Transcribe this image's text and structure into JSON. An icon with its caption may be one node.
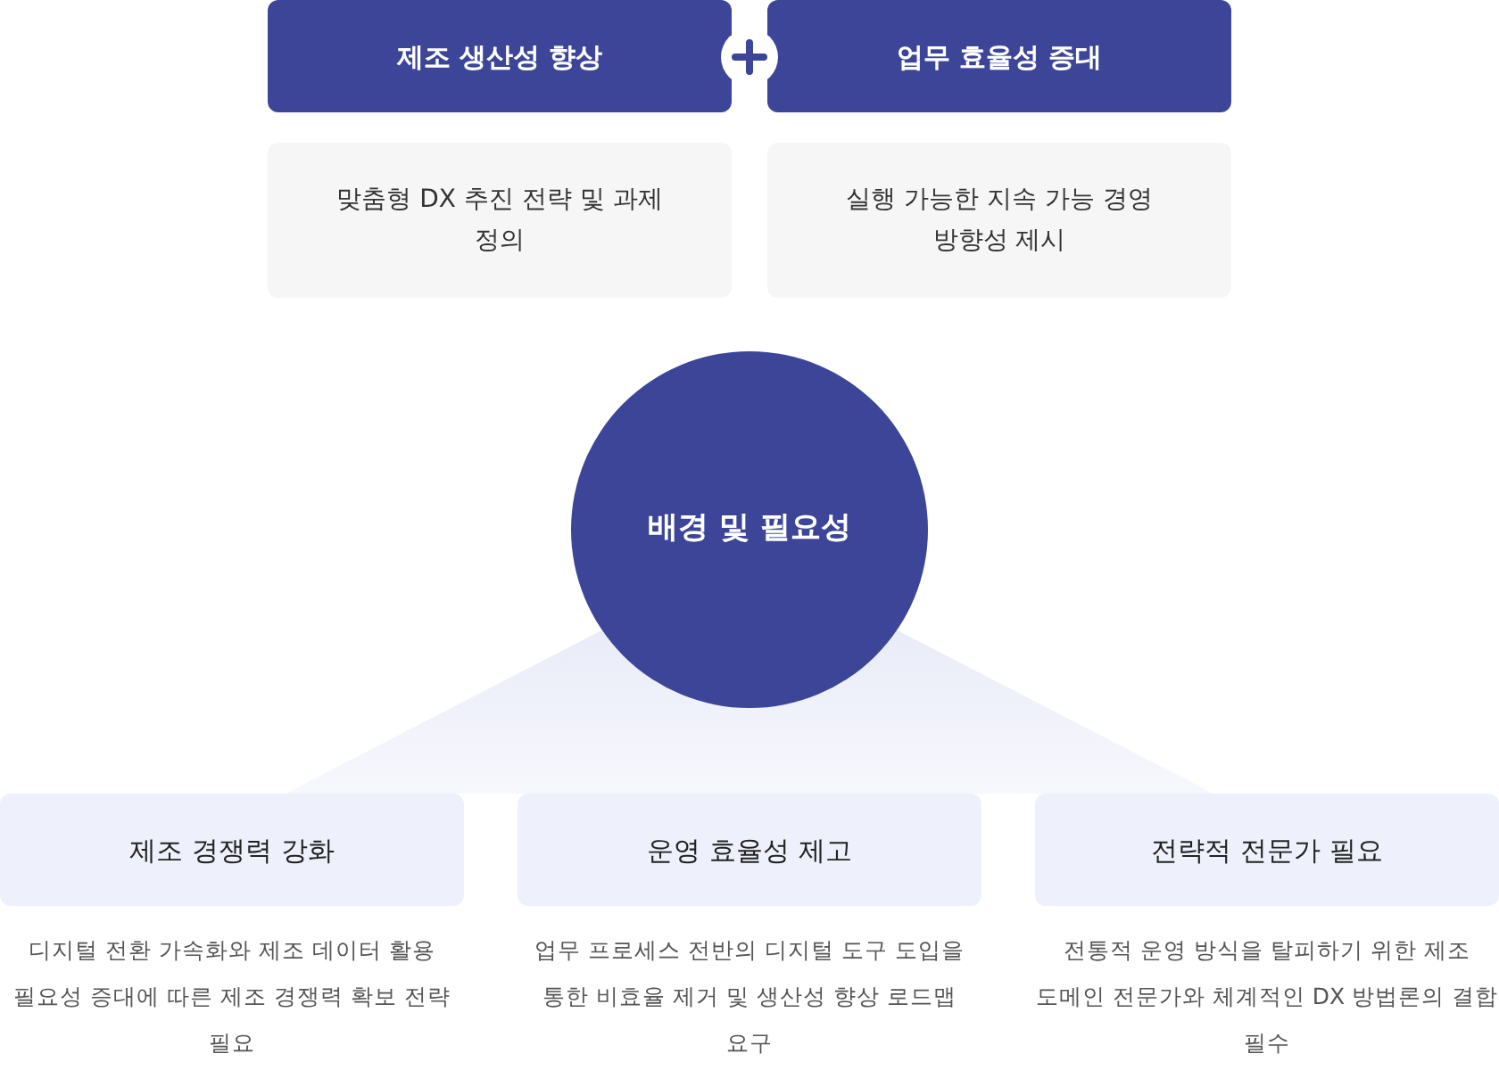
{
  "diagram": {
    "nodes": [
      {
        "text": [
          "제조 생산성 향상"
        ]
      },
      {
        "text": [
          "업무 효율성 증대"
        ]
      },
      {
        "text": [
          "맞춤형 DX 추진 전략 및 과제 정의"
        ]
      },
      {
        "text": [
          "실행 가능한 지속 가능 경영 방향성 제시"
        ]
      },
      {
        "text": [
          "배경 및 필요성"
        ]
      },
      {
        "text": [
          "제조 경쟁력 강화"
        ],
        "beside": [
          "디지털 전환 가속화와 제조 데이터 활용 필요성 증대에 따른 제조 경쟁력 확보 전략 필요"
        ]
      },
      {
        "text": [
          "운영 효율성 제고"
        ],
        "beside": [
          "업무 프로세스 전반의 디지털 도구 도입을 통한 비효율 제거 및 생산성 향상 로드맵 요구"
        ]
      },
      {
        "text": [
          "전략적 전문가 필요"
        ],
        "beside": [
          "전통적 운영 방식을 탈피하기 위한 제조 도메인 전문가와 체계적인 DX 방법론의 결합 필수"
        ]
      }
    ]
  }
}
